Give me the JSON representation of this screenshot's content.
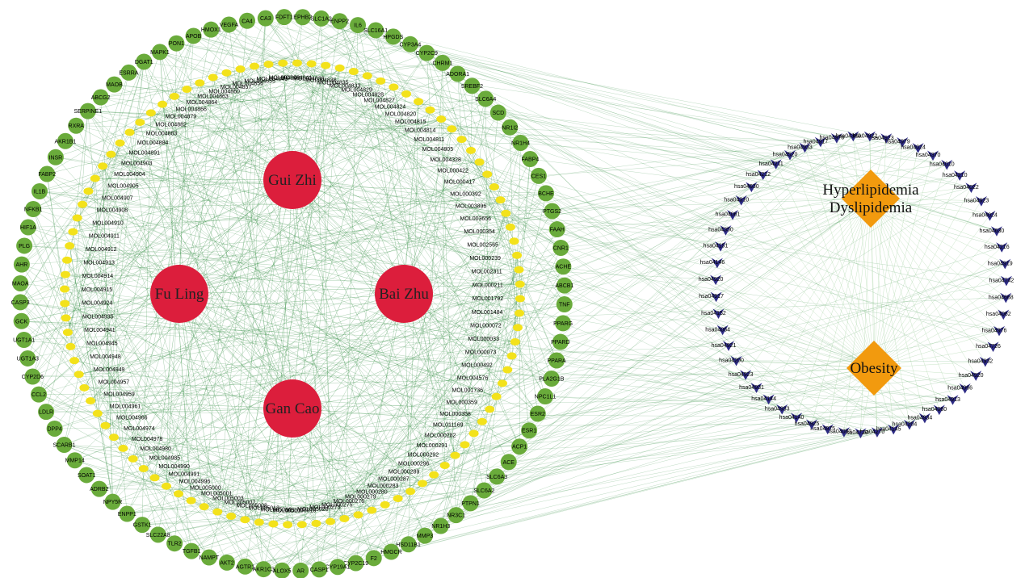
{
  "colors": {
    "edge": "#2e8b3e",
    "edge_light": "#9fcf9a",
    "herb": "#dc1e3c",
    "target": "#6aab3b",
    "compound": "#f3e21b",
    "pathway": "#2e2c85",
    "disease": "#f29a0e"
  },
  "herbs": [
    "Gui Zhi",
    "Fu Ling",
    "Bai Zhu",
    "Gan Cao"
  ],
  "diseases": [
    {
      "label": [
        "Hyperlipidemia",
        "Dyslipidemia"
      ]
    },
    {
      "label": [
        "Obesity"
      ]
    }
  ],
  "targets": [
    "ENPP2",
    "IL6",
    "SLC16A1",
    "HPGDS",
    "CYP3A4",
    "CYP2C9",
    "CHRM1",
    "ADORA1",
    "SREBF2",
    "SLC6A4",
    "SCD",
    "NR1I2",
    "NR1H4",
    "FABP4",
    "CES1",
    "BCHE",
    "PTGS2",
    "FAAH",
    "CNR1",
    "ACHE",
    "ABCB1",
    "TNF",
    "PPARG",
    "PPARD",
    "PPARA",
    "PLA2G1B",
    "NPC1L1",
    "ESR2",
    "ESR1",
    "ACP1",
    "ACE",
    "SLC6A3",
    "SLC6A2",
    "PTPN1",
    "NR3C1",
    "NR1H3",
    "MMP3",
    "HSD11B1",
    "HMGCR",
    "F2",
    "CYP2C19",
    "CYP19A1",
    "CASP1",
    "AR",
    "ALOX5",
    "AKR1C3",
    "AGTR1",
    "AKT2",
    "NAMPT",
    "TGFB1",
    "TLR2",
    "SLC22A8",
    "GSTK1",
    "ENPP1",
    "NPY5R",
    "ADRB2",
    "SOAT1",
    "MMP14",
    "SCARB1",
    "DPP4",
    "LDLR",
    "CCL2",
    "CYP2D6",
    "UGT1A3",
    "UGT1A1",
    "GCK",
    "CASP3",
    "MAOA",
    "AHR",
    "PLG",
    "HIF1A",
    "NFKB1",
    "IL1B",
    "FABP2",
    "INSR",
    "AKR1B1",
    "RXRA",
    "SERPINE1",
    "ABCG2",
    "MAOB",
    "ESRRA",
    "DGAT1",
    "MAPK1",
    "PON1",
    "APOB",
    "HMOX1",
    "VEGFA",
    "CA4",
    "CA3",
    "FDFT1",
    "EPHB2",
    "SLC1A2"
  ],
  "compounds": [
    "MOL004835",
    "MOL004833",
    "MOL004829",
    "MOL004828",
    "MOL004827",
    "MOL004824",
    "MOL004820",
    "MOL004815",
    "MOL004814",
    "MOL004811",
    "MOL004805",
    "MOL004328",
    "MOL000422",
    "MOL000417",
    "MOL000392",
    "MOL003896",
    "MOL003656",
    "MOL000354",
    "MOL002565",
    "MOL000239",
    "MOL002311",
    "MOL000211",
    "MOL001792",
    "MOL001484",
    "MOL000072",
    "MOL000033",
    "MOL000073",
    "MOL000492",
    "MOL004576",
    "MOL001736",
    "MOL000359",
    "MOL000358",
    "MOL011169",
    "MOL000282",
    "MOL000291",
    "MOL000292",
    "MOL000296",
    "MOL000289",
    "MOL000287",
    "MOL000283",
    "MOL000280",
    "MOL000279",
    "MOL000276",
    "MOL000275",
    "MOL000273",
    "MOL005020",
    "MOL005018",
    "MOL005017",
    "MOL005016",
    "MOL005012",
    "MOL005008",
    "MOL005007",
    "MOL005003",
    "MOL005001",
    "MOL005000",
    "MOL004996",
    "MOL004991",
    "MOL004990",
    "MOL004985",
    "MOL004980",
    "MOL004978",
    "MOL004974",
    "MOL004966",
    "MOL004961",
    "MOL004959",
    "MOL004957",
    "MOL004949",
    "MOL004948",
    "MOL004945",
    "MOL004941",
    "MOL004935",
    "MOL004924",
    "MOL004915",
    "MOL004914",
    "MOL004913",
    "MOL004912",
    "MOL004911",
    "MOL004910",
    "MOL004908",
    "MOL004907",
    "MOL004905",
    "MOL004904",
    "MOL004903",
    "MOL004891",
    "MOL004884",
    "MOL004883",
    "MOL004882",
    "MOL004879",
    "MOL004866",
    "MOL004864",
    "MOL004863",
    "MOL004860",
    "MOL004857",
    "MOL004856",
    "MOL004855",
    "MOL004849",
    "MOL004848",
    "MOL004841",
    "MOL004838",
    "MOL004836"
  ],
  "pathways": [
    "hsa04923",
    "hsa04979",
    "hsa04024",
    "hsa04370",
    "hsa04010",
    "hsa04210",
    "hsa04022",
    "hsa04923",
    "hsa04024",
    "hsa04630",
    "hsa04216",
    "hsa04919",
    "hsa04742",
    "hsa04668",
    "hsa04062",
    "hsa04976",
    "hsa04726",
    "hsa04932",
    "hsa04920",
    "hsa04066",
    "hsa04913",
    "hsa04060",
    "hsa04934",
    "hsa04204",
    "hsa04145",
    "hsa04270",
    "hsa04720",
    "hsa04080",
    "hsa04975",
    "hsa04925",
    "hsa04140",
    "hsa04933",
    "hsa04144",
    "hsa04931",
    "hsa04923",
    "hsa04200",
    "hsa04921",
    "hsa04064",
    "hsa04152",
    "hsa04917",
    "hsa04920",
    "hsa04146",
    "hsa04151",
    "hsa04350",
    "hsa04061",
    "hsa04310",
    "hsa04630",
    "hsa04212",
    "hsa04211",
    "hsa04520",
    "hsa04933",
    "hsa04917",
    "hsa04978",
    "hsa04360",
    "hsa04922"
  ]
}
